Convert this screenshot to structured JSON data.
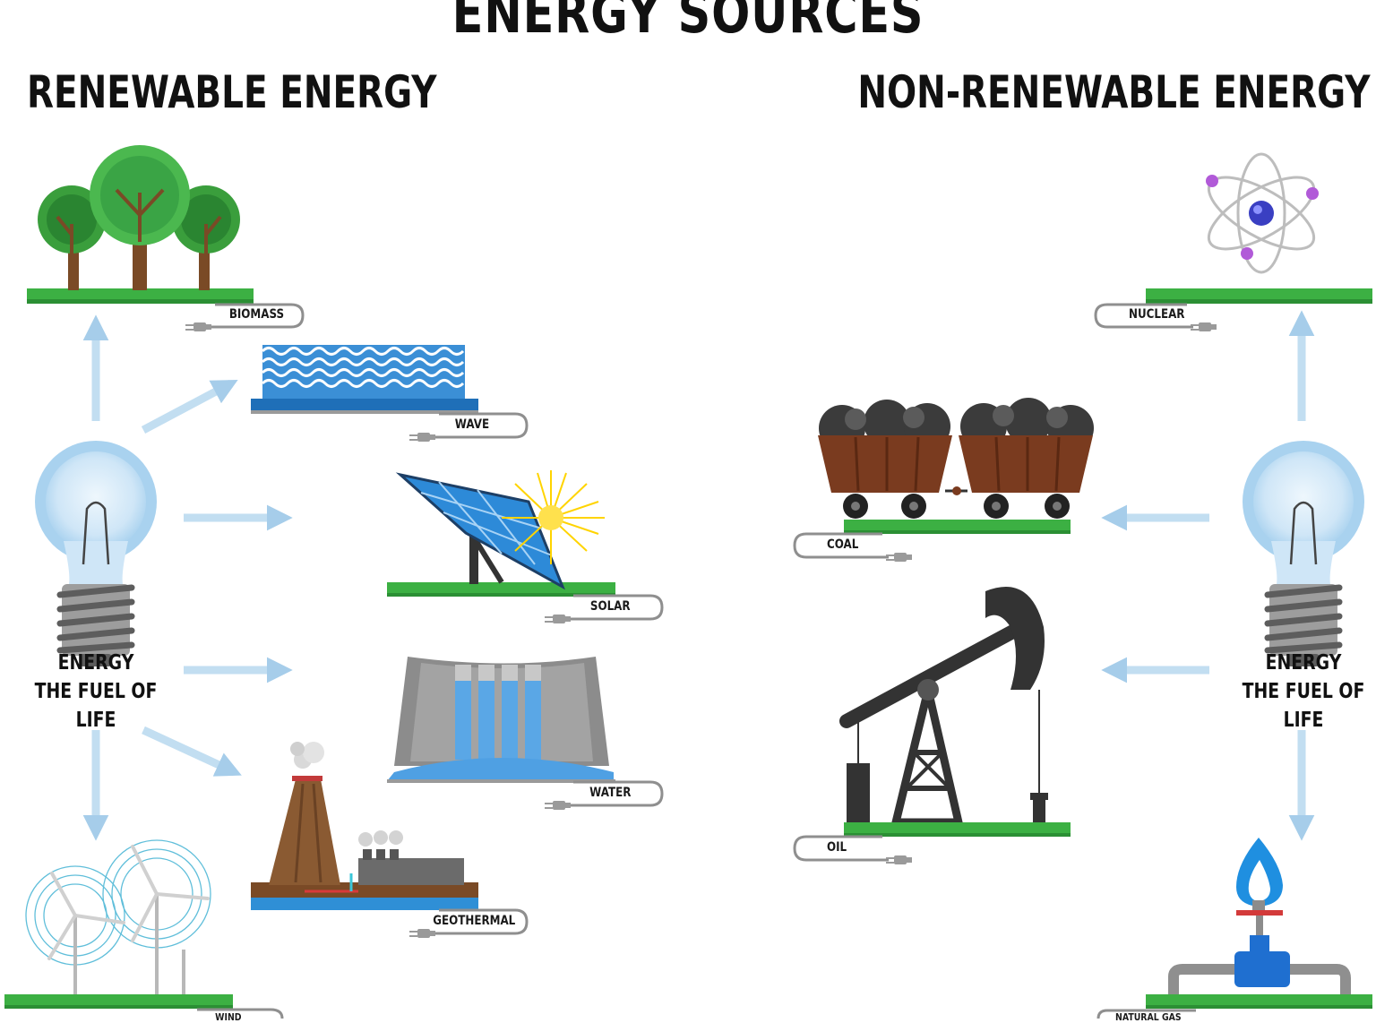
{
  "title": "ENERGY SOURCES",
  "sections": {
    "renewable": "RENEWABLE ENERGY",
    "nonrenewable": "NON-RENEWABLE ENERGY"
  },
  "bulb": {
    "line1": "ENERGY",
    "line2": "THE FUEL OF LIFE"
  },
  "renewable_sources": {
    "biomass": "BIOMASS",
    "wave": "WAVE",
    "solar": "SOLAR",
    "water": "WATER",
    "geothermal": "GEOTHERMAL",
    "wind": "WIND"
  },
  "nonrenewable_sources": {
    "nuclear": "NUCLEAR",
    "coal": "COAL",
    "oil": "OIL",
    "natural_gas": "NATURAL GAS"
  },
  "colors": {
    "ground": "#3cb043",
    "arrow": "#bcd9ee",
    "bulb_glass": "#a9d2ef",
    "water": "#2f8fd6",
    "soil": "#7a4a26"
  }
}
